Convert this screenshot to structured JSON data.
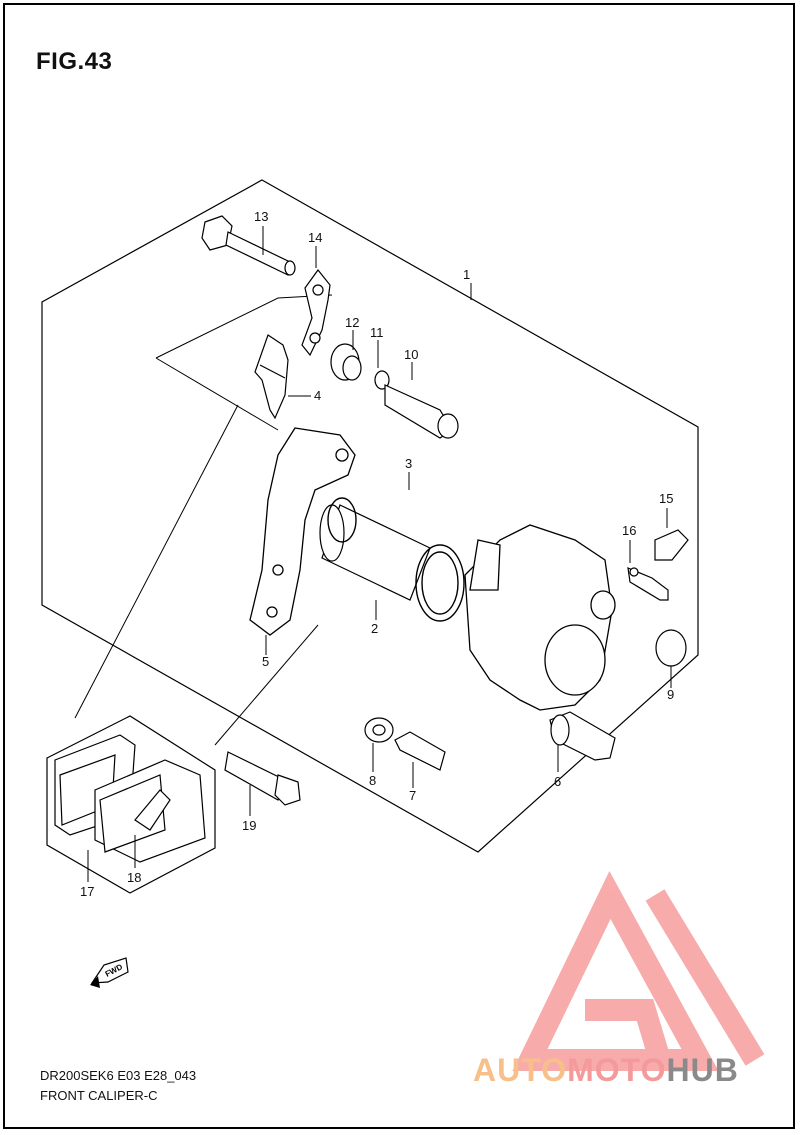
{
  "figure": {
    "title": "FIG.43"
  },
  "callouts": [
    {
      "id": "1",
      "label": "1"
    },
    {
      "id": "2",
      "label": "2"
    },
    {
      "id": "3",
      "label": "3"
    },
    {
      "id": "4",
      "label": "4"
    },
    {
      "id": "5",
      "label": "5"
    },
    {
      "id": "6",
      "label": "6"
    },
    {
      "id": "7",
      "label": "7"
    },
    {
      "id": "8",
      "label": "8"
    },
    {
      "id": "9",
      "label": "9"
    },
    {
      "id": "10",
      "label": "10"
    },
    {
      "id": "11",
      "label": "11"
    },
    {
      "id": "12",
      "label": "12"
    },
    {
      "id": "13",
      "label": "13"
    },
    {
      "id": "14",
      "label": "14"
    },
    {
      "id": "15",
      "label": "15"
    },
    {
      "id": "16",
      "label": "16"
    },
    {
      "id": "17",
      "label": "17"
    },
    {
      "id": "18",
      "label": "18"
    },
    {
      "id": "19",
      "label": "19"
    }
  ],
  "fwd_arrow": {
    "text": "FWD"
  },
  "footer": {
    "model_code": "DR200SEK6 E03 E28_043",
    "section_name": "FRONT CALIPER-C"
  },
  "watermark": {
    "part1": "AUTO",
    "part2": "MOTO",
    "part3": "HUB",
    "colors": {
      "auto": "#f7c08a",
      "moto": "#f49a9a",
      "hub": "#8a8a8a",
      "triangle": "#f7a3a3"
    }
  }
}
